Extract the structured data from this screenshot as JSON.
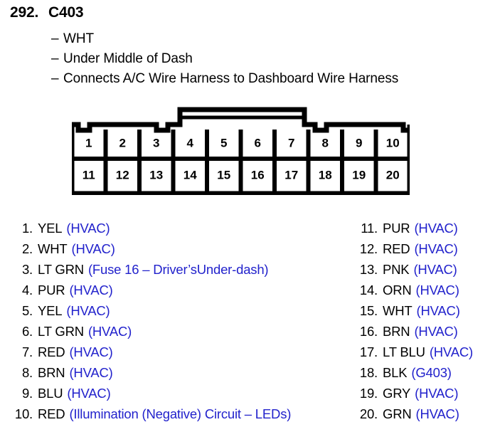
{
  "header": {
    "number": "292.",
    "name": "C403",
    "descriptions": [
      {
        "dash": "–",
        "text": "WHT"
      },
      {
        "dash": "–",
        "text": "Under Middle of Dash"
      },
      {
        "dash": "–",
        "text": "Connects A/C Wire Harness to Dashboard Wire Harness"
      }
    ]
  },
  "connector": {
    "top_row_pins": [
      "1",
      "2",
      "3",
      "4",
      "5",
      "6",
      "7",
      "8",
      "9",
      "10"
    ],
    "bottom_row_pins": [
      "11",
      "12",
      "13",
      "14",
      "15",
      "16",
      "17",
      "18",
      "19",
      "20"
    ],
    "outline_color": "#000000",
    "fill_color": "#ffffff"
  },
  "pins": {
    "note_color": "#2222cc",
    "left_column": [
      {
        "index": "1.",
        "color": "YEL",
        "note": "(HVAC)"
      },
      {
        "index": "2.",
        "color": "WHT",
        "note": "(HVAC)"
      },
      {
        "index": "3.",
        "color": "LT GRN",
        "note": "(Fuse 16 – Driver’sUnder-dash)"
      },
      {
        "index": "4.",
        "color": "PUR",
        "note": "(HVAC)"
      },
      {
        "index": "5.",
        "color": "YEL",
        "note": "(HVAC)"
      },
      {
        "index": "6.",
        "color": "LT GRN",
        "note": "(HVAC)"
      },
      {
        "index": "7.",
        "color": "RED",
        "note": "(HVAC)"
      },
      {
        "index": "8.",
        "color": "BRN",
        "note": "(HVAC)"
      },
      {
        "index": "9.",
        "color": "BLU",
        "note": "(HVAC)"
      },
      {
        "index": "10.",
        "color": "RED",
        "note": "(Illumination (Negative) Circuit – LEDs)"
      }
    ],
    "right_column": [
      {
        "index": "11.",
        "color": "PUR",
        "note": "(HVAC)"
      },
      {
        "index": "12.",
        "color": "RED",
        "note": "(HVAC)"
      },
      {
        "index": "13.",
        "color": "PNK",
        "note": "(HVAC)"
      },
      {
        "index": "14.",
        "color": "ORN",
        "note": "(HVAC)"
      },
      {
        "index": "15.",
        "color": "WHT",
        "note": "(HVAC)"
      },
      {
        "index": "16.",
        "color": "BRN",
        "note": "(HVAC)"
      },
      {
        "index": "17.",
        "color": "LT BLU",
        "note": "(HVAC)"
      },
      {
        "index": "18.",
        "color": "BLK",
        "note": "(G403)"
      },
      {
        "index": "19.",
        "color": "GRY",
        "note": "(HVAC)"
      },
      {
        "index": "20.",
        "color": "GRN",
        "note": "(HVAC)"
      }
    ]
  }
}
